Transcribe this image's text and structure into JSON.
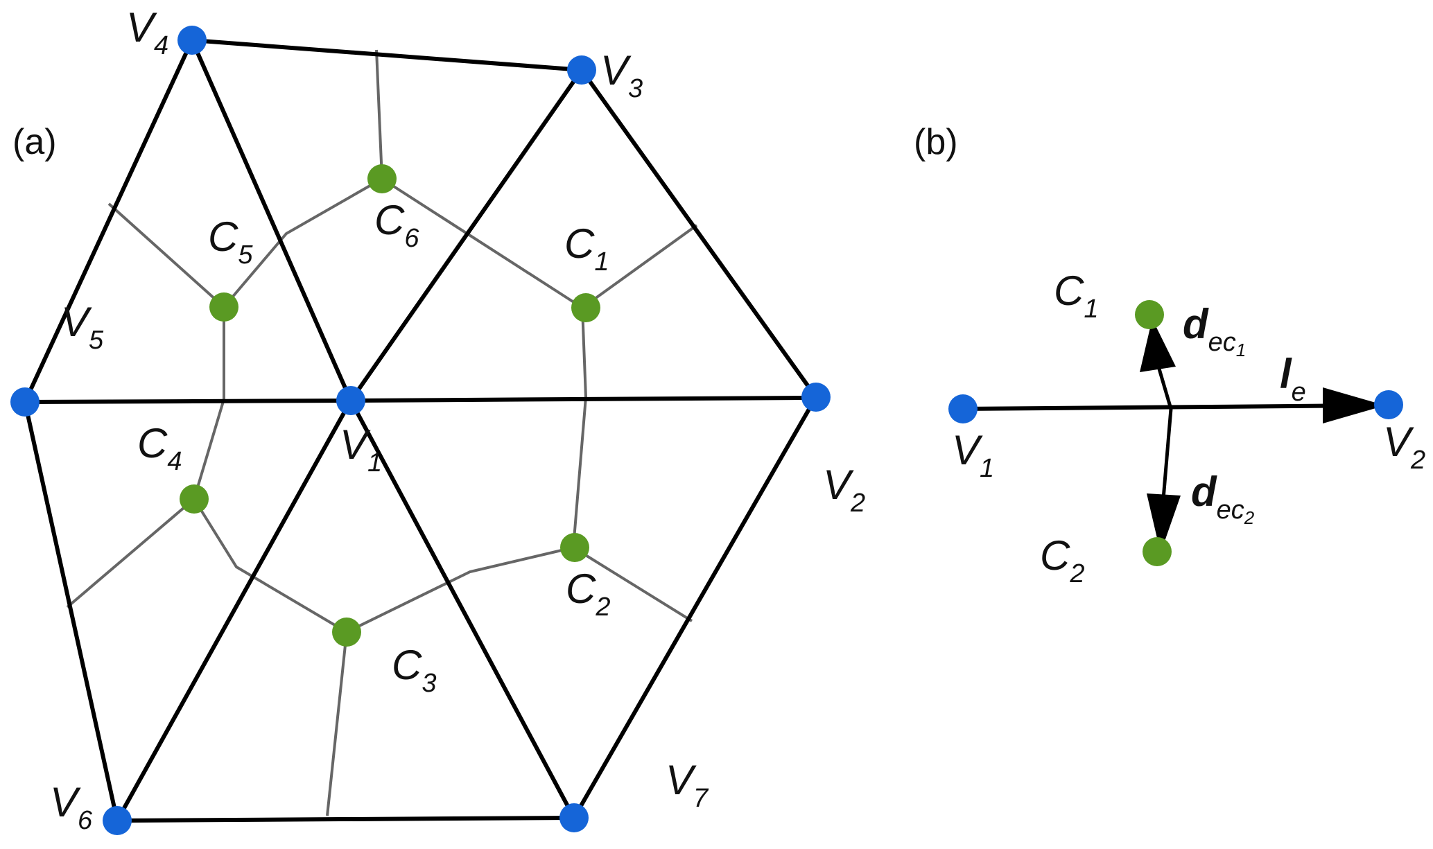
{
  "colors": {
    "vertex": "#1565d8",
    "cell_center": "#5a9a23",
    "edge": "#000000",
    "dual_edge": "#666666",
    "text": "#111111"
  },
  "panel_a": {
    "tag": "(a)",
    "vertices": [
      {
        "letter": "V",
        "sub": "1"
      },
      {
        "letter": "V",
        "sub": "2"
      },
      {
        "letter": "V",
        "sub": "3"
      },
      {
        "letter": "V",
        "sub": "4"
      },
      {
        "letter": "V",
        "sub": "5"
      },
      {
        "letter": "V",
        "sub": "6"
      },
      {
        "letter": "V",
        "sub": "7"
      }
    ],
    "cell_centers": [
      {
        "letter": "C",
        "sub": "1"
      },
      {
        "letter": "C",
        "sub": "2"
      },
      {
        "letter": "C",
        "sub": "3"
      },
      {
        "letter": "C",
        "sub": "4"
      },
      {
        "letter": "C",
        "sub": "5"
      },
      {
        "letter": "C",
        "sub": "6"
      }
    ]
  },
  "panel_b": {
    "tag": "(b)",
    "v1": {
      "letter": "V",
      "sub": "1"
    },
    "v2": {
      "letter": "V",
      "sub": "2"
    },
    "c1": {
      "letter": "C",
      "sub": "1"
    },
    "c2": {
      "letter": "C",
      "sub": "2"
    },
    "d1": {
      "letter": "d",
      "sub": "ec",
      "subsub": "1"
    },
    "d2": {
      "letter": "d",
      "sub": "ec",
      "subsub": "2"
    },
    "le": {
      "letter": "l",
      "sub": "e"
    }
  }
}
